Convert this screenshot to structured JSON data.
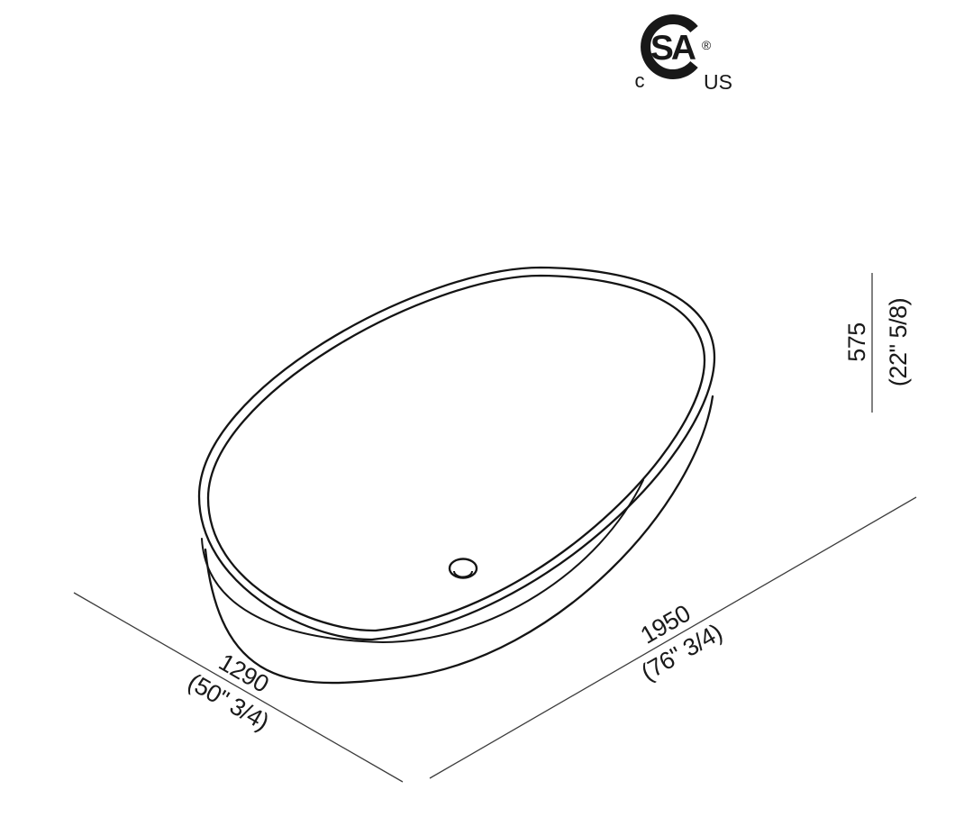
{
  "certification_mark": {
    "type": "CSA",
    "monogram": "SA",
    "registered_symbol": "®",
    "left_indicator": "c",
    "right_indicator": "US"
  },
  "dimensions": {
    "height": {
      "metric_mm": "575",
      "imperial": "(22\" 5/8)"
    },
    "length": {
      "metric_mm": "1950",
      "imperial": "(76\" 3/4)"
    },
    "width": {
      "metric_mm": "1290",
      "imperial": "(50\" 3/4)"
    }
  },
  "colors": {
    "drawing_line": "#141414",
    "dimension_line": "#3d3d3d",
    "background": "#ffffff"
  }
}
